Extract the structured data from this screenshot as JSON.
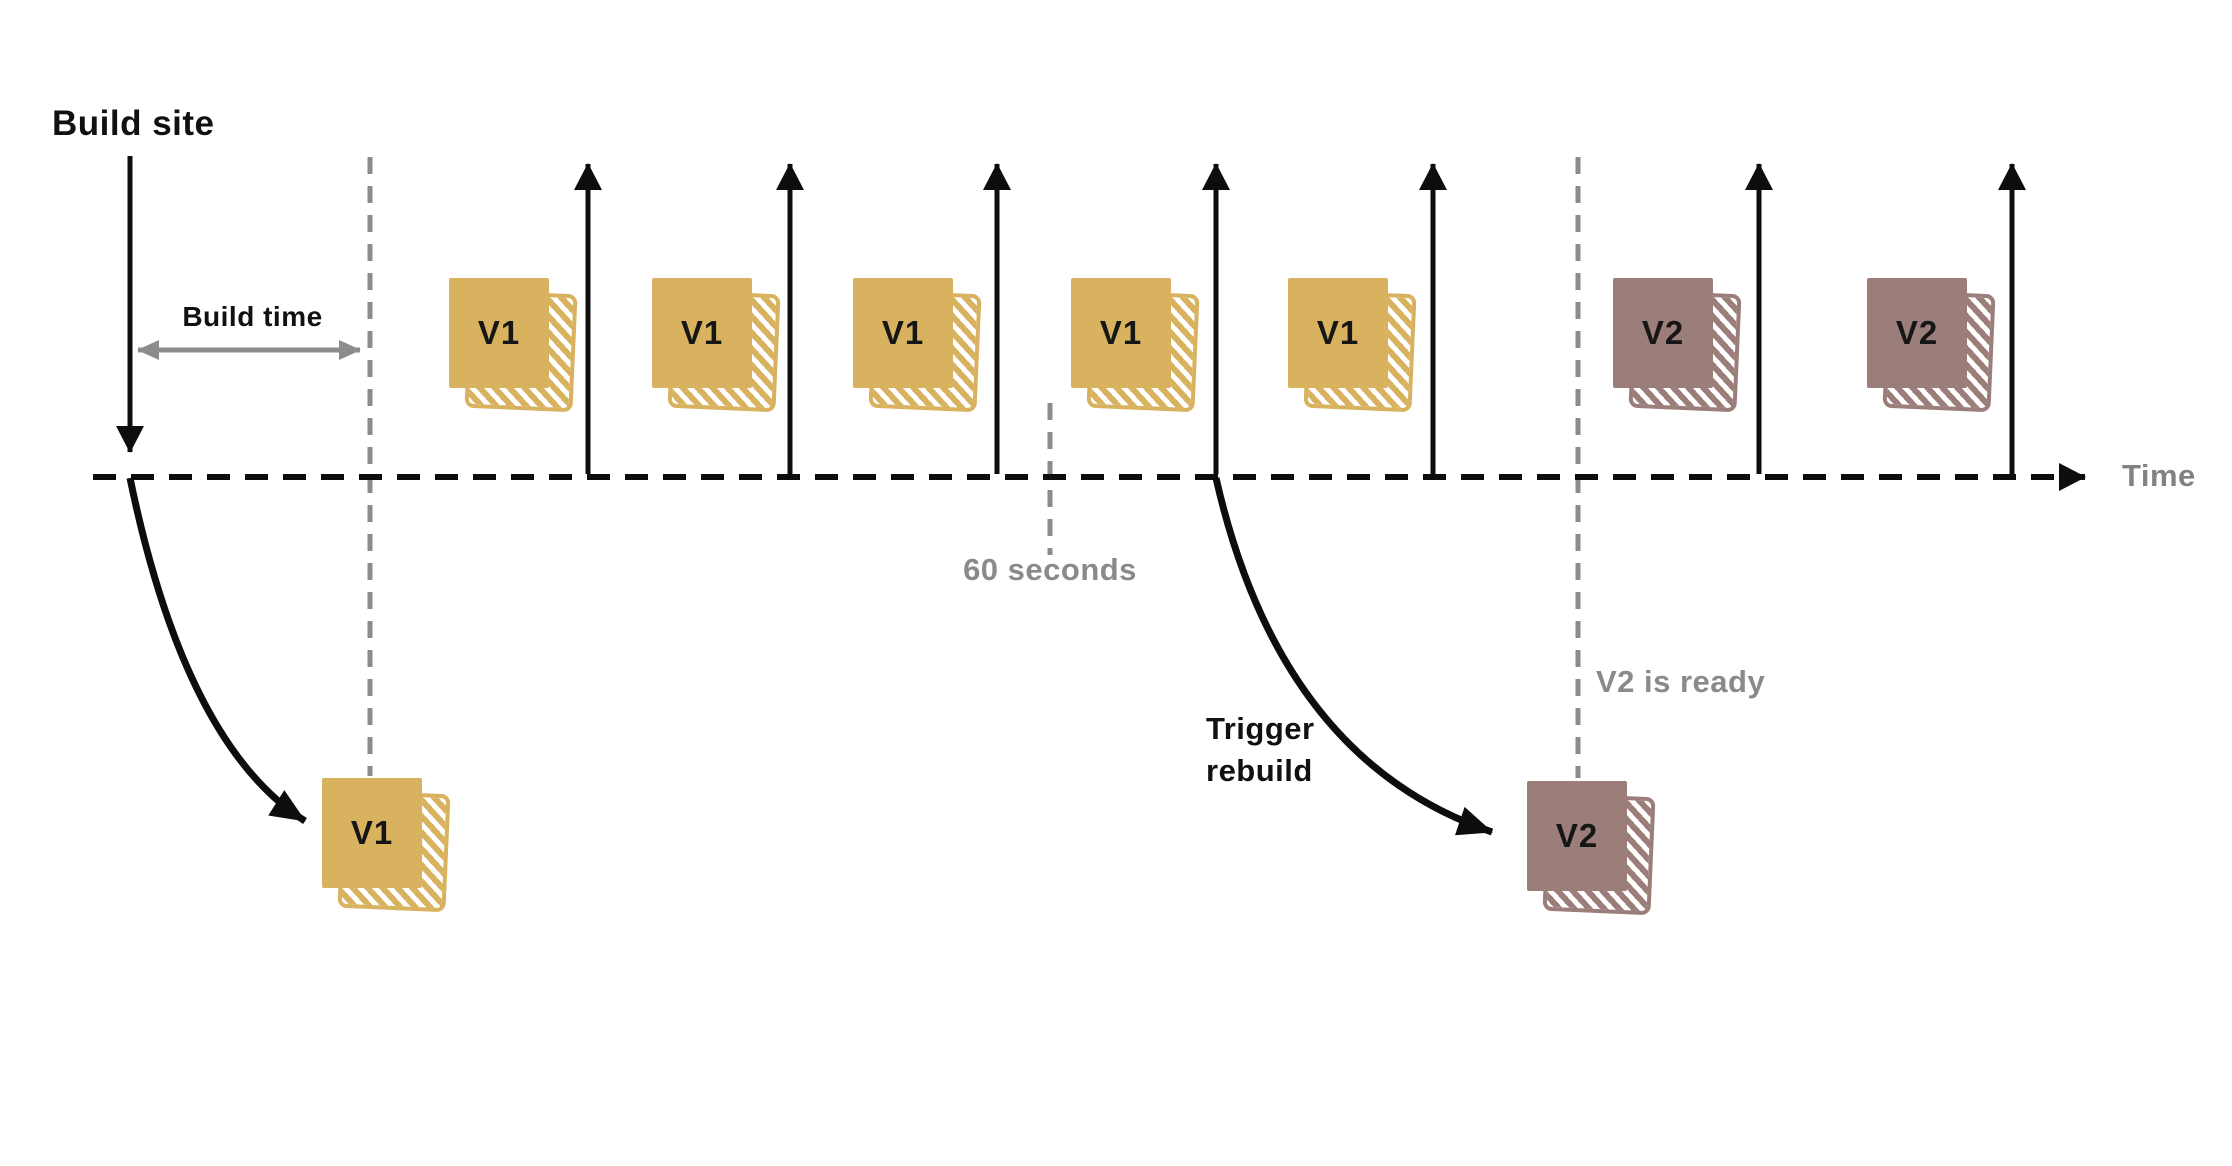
{
  "diagram": {
    "labels": {
      "build_site": "Build site",
      "build_time": "Build time",
      "time_axis": "Time",
      "sixty_seconds": "60 seconds",
      "trigger_rebuild_line1": "Trigger",
      "trigger_rebuild_line2": "rebuild",
      "v2_ready": "V2 is ready"
    },
    "documents": {
      "timeline": [
        {
          "label": "V1",
          "version": "v1"
        },
        {
          "label": "V1",
          "version": "v1"
        },
        {
          "label": "V1",
          "version": "v1"
        },
        {
          "label": "V1",
          "version": "v1"
        },
        {
          "label": "V1",
          "version": "v1"
        },
        {
          "label": "V2",
          "version": "v2"
        },
        {
          "label": "V2",
          "version": "v2"
        }
      ],
      "built": [
        {
          "label": "V1",
          "version": "v1"
        },
        {
          "label": "V2",
          "version": "v2"
        }
      ]
    },
    "request_arrow_count": 7,
    "colors": {
      "v1_doc": "#d8b25e",
      "v2_doc": "#9b7d7a",
      "ink": "#0d0d0d",
      "muted_text_gray": "#828282",
      "guide_line_gray": "#8c8c8c"
    }
  }
}
